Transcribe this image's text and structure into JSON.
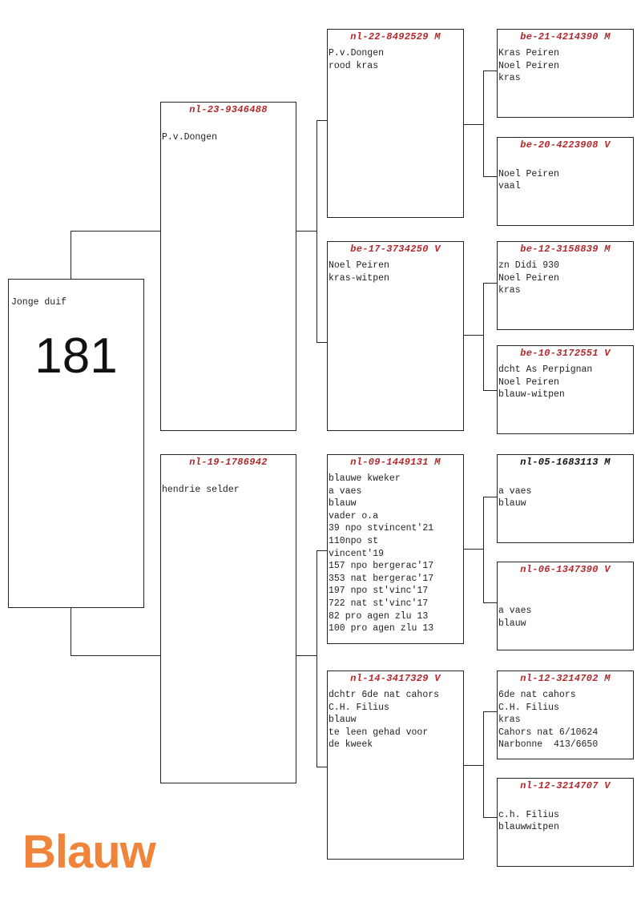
{
  "root": {
    "label": "Jonge duif",
    "number": "181"
  },
  "brand": {
    "label": "Blauw",
    "color": "#f0843a"
  },
  "pedigree": [
    {
      "id": "nl-23-9346488",
      "lines": [
        "P.v.Dongen"
      ]
    },
    {
      "id": "nl-19-1786942",
      "lines": [
        "hendrie selder"
      ]
    },
    {
      "id": "nl-22-8492529 M",
      "lines": [
        "P.v.Dongen",
        "rood kras"
      ]
    },
    {
      "id": "be-17-3734250 V",
      "lines": [
        "Noel Peiren",
        "kras-witpen"
      ]
    },
    {
      "id": "nl-09-1449131 M",
      "lines": [
        "blauwe kweker",
        "a vaes",
        "blauw",
        "vader o.a",
        "39 npo stvincent'21",
        "110npo st",
        "vincent'19",
        "157 npo bergerac'17",
        "353 nat bergerac'17",
        "197 npo st'vinc'17",
        "722 nat st'vinc'17",
        "82 pro agen zlu 13",
        "100 pro agen zlu 13"
      ]
    },
    {
      "id": "nl-14-3417329 V",
      "lines": [
        "dchtr 6de nat cahors",
        "C.H. Filius",
        "blauw",
        "te leen gehad voor",
        "de kweek"
      ]
    },
    {
      "id": "be-21-4214390 M",
      "lines": [
        "Kras Peiren",
        "Noel Peiren",
        "kras"
      ]
    },
    {
      "id": "be-20-4223908 V",
      "lines": [
        "",
        "Noel Peiren",
        "vaal"
      ]
    },
    {
      "id": "be-12-3158839 M",
      "lines": [
        "zn Didi 930",
        "Noel Peiren",
        "kras"
      ]
    },
    {
      "id": "be-10-3172551 V",
      "lines": [
        "dcht As Perpignan",
        "Noel Peiren",
        "blauw-witpen"
      ]
    },
    {
      "id": "nl-05-1683113 M",
      "title_black": true,
      "lines": [
        "",
        "a vaes",
        "blauw"
      ]
    },
    {
      "id": "nl-06-1347390 V",
      "lines": [
        "",
        "",
        "a vaes",
        "blauw"
      ]
    },
    {
      "id": "nl-12-3214702 M",
      "lines": [
        "6de nat cahors",
        "C.H. Filius",
        "kras",
        "Cahors nat 6/10624",
        "Narbonne  413/6650"
      ]
    },
    {
      "id": "nl-12-3214707 V",
      "lines": [
        "",
        "c.h. Filius",
        "blauwwitpen"
      ]
    }
  ]
}
